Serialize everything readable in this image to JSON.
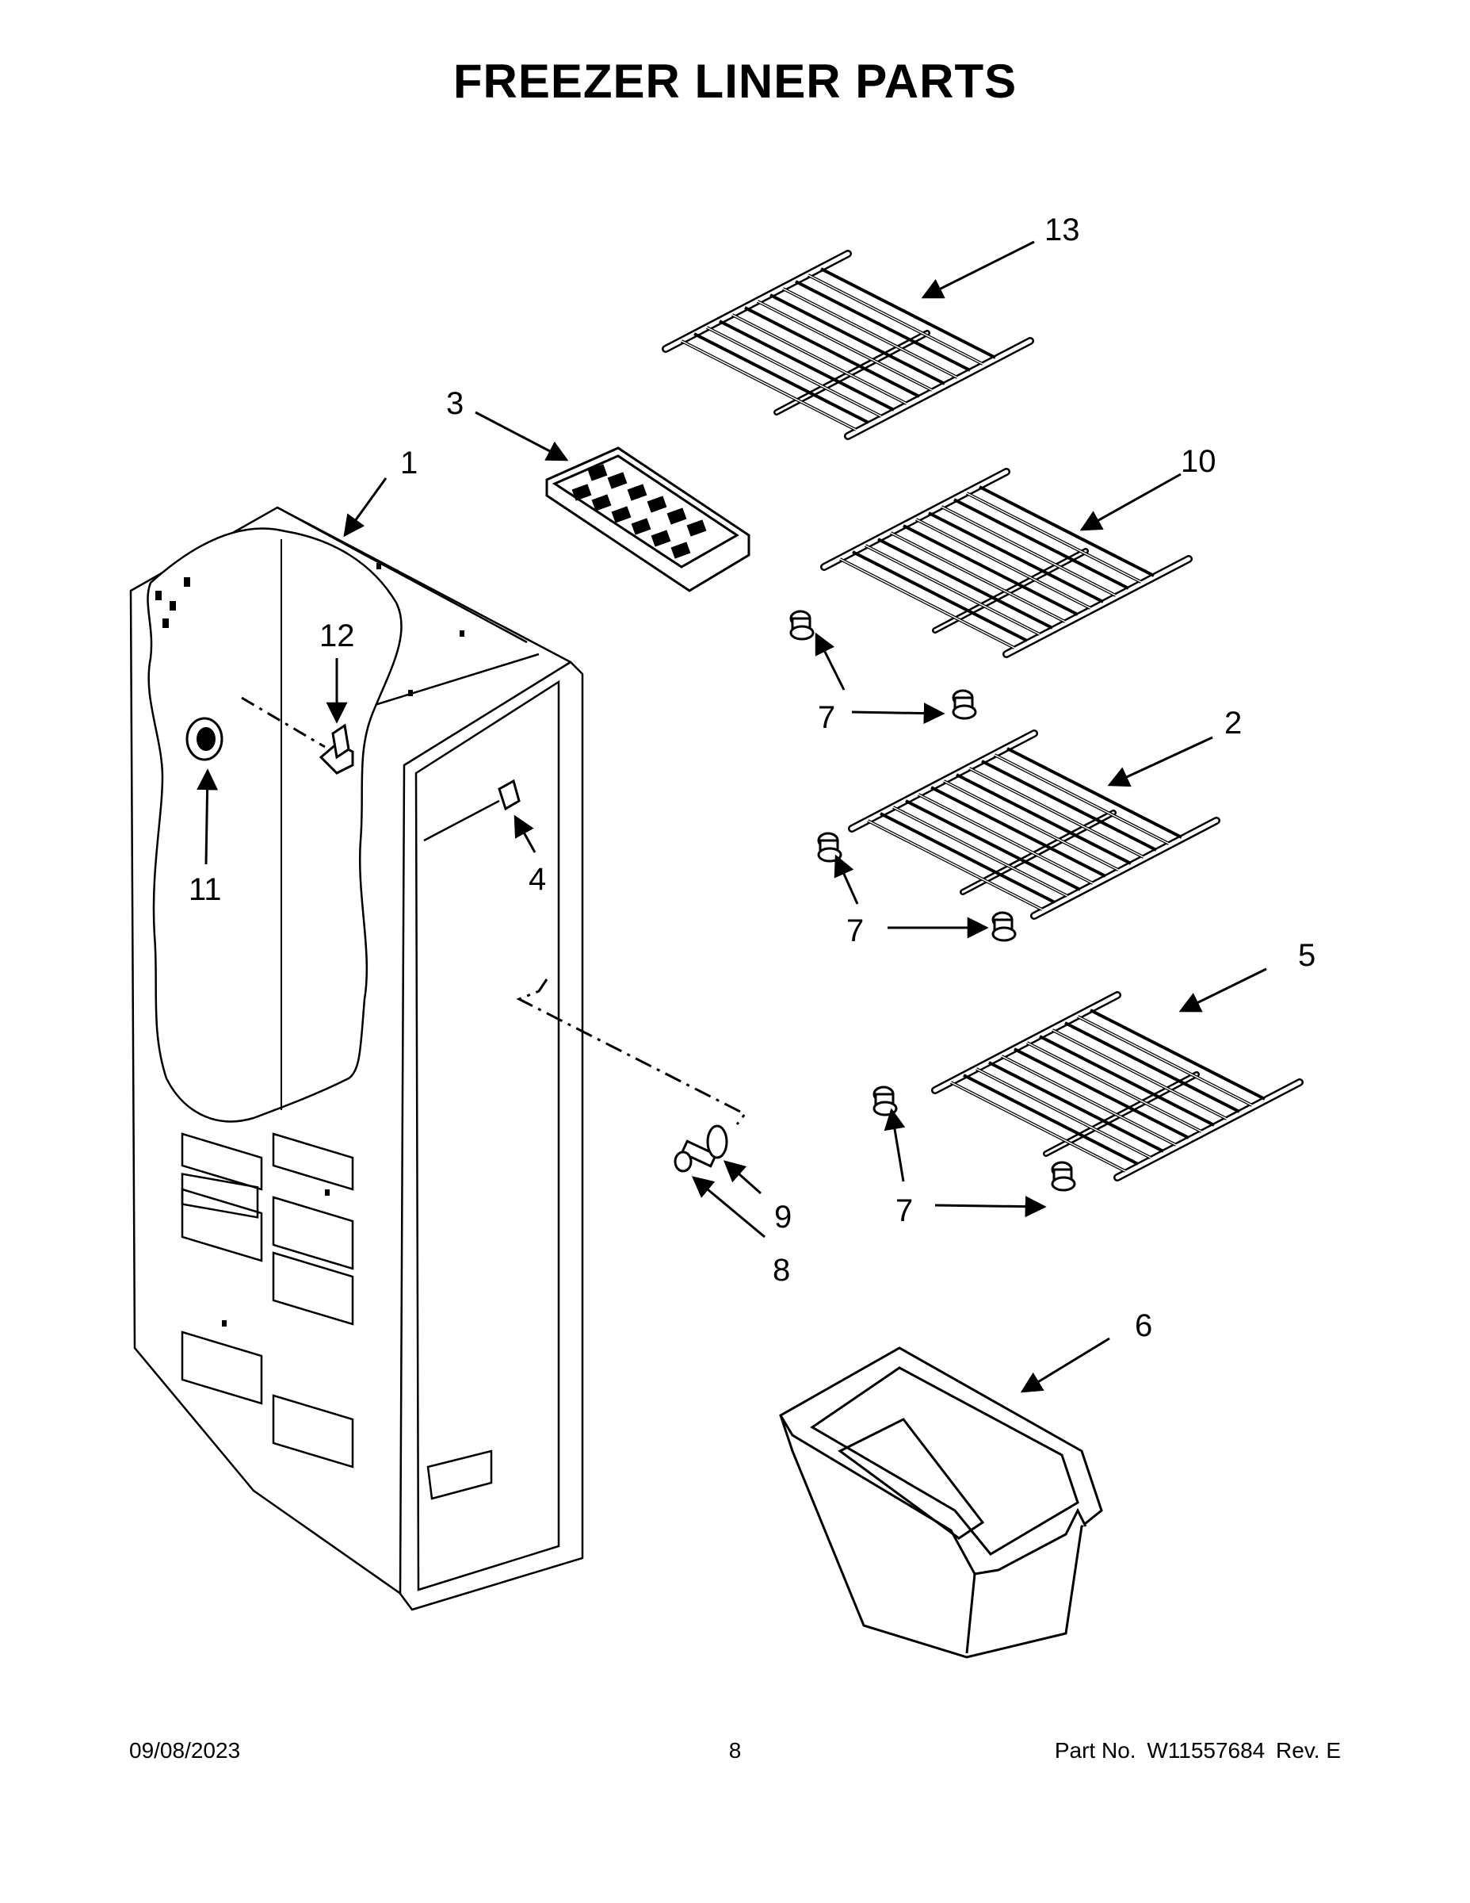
{
  "title": "FREEZER LINER PARTS",
  "callouts": {
    "c1": "1",
    "c2": "2",
    "c3": "3",
    "c4": "4",
    "c5": "5",
    "c6": "6",
    "c7": "7",
    "c8": "8",
    "c9": "9",
    "c10": "10",
    "c11": "11",
    "c12": "12",
    "c13": "13"
  },
  "footer": {
    "date": "09/08/2023",
    "page": "8",
    "part_label": "Part No.",
    "part_number": "W11557684",
    "rev": "Rev. E"
  }
}
